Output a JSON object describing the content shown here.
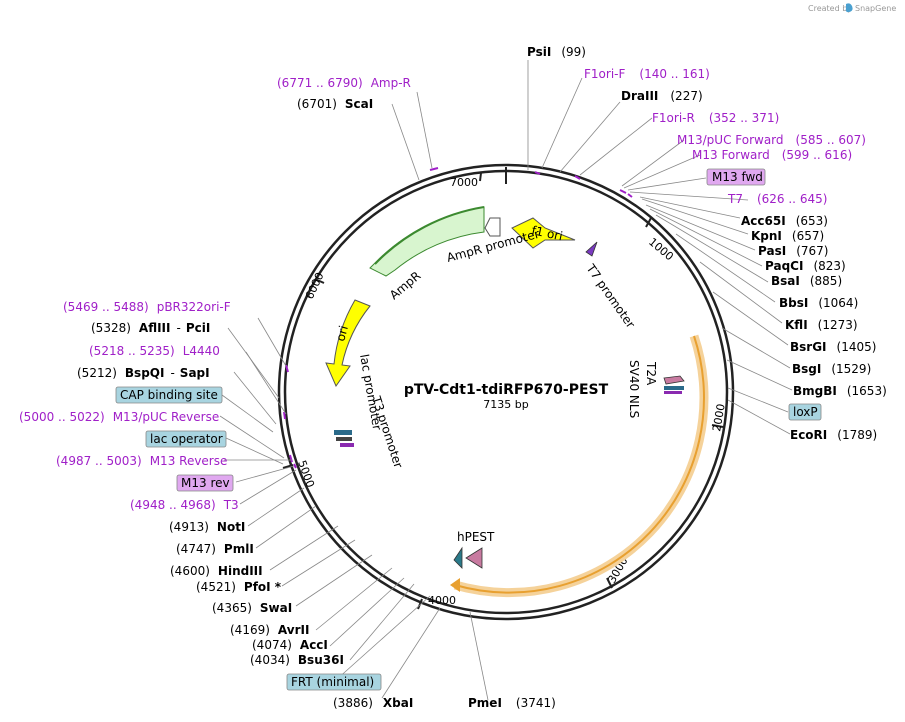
{
  "plasmid": {
    "name": "pTV-Cdt1-tdiRFP670-PEST",
    "size_label": "7135 bp",
    "length": 7135
  },
  "credit": {
    "created_by": "Created by",
    "brand": "SnapGene"
  },
  "colors": {
    "primer": "#a020c8",
    "backbone": "#222222",
    "ampr_fill": "#d8f5cf",
    "ampr_stroke": "#3c8a30",
    "ori_fill": "#ffff00",
    "orf_stroke": "#e8a030",
    "box_blue": "#a8d4e0",
    "box_purple": "#e0a8f0"
  },
  "ticks": [
    "1000",
    "2000",
    "3000",
    "4000",
    "5000",
    "6000",
    "7000"
  ],
  "sites_right": [
    {
      "name": "PsiI",
      "pos": "(99)"
    },
    {
      "name": "DraIII",
      "pos": "(227)"
    },
    {
      "name": "Acc65I",
      "pos": "(653)"
    },
    {
      "name": "KpnI",
      "pos": "(657)"
    },
    {
      "name": "PasI",
      "pos": "(767)"
    },
    {
      "name": "PaqCI",
      "pos": "(823)"
    },
    {
      "name": "BsaI",
      "pos": "(885)"
    },
    {
      "name": "BbsI",
      "pos": "(1064)"
    },
    {
      "name": "KflI",
      "pos": "(1273)"
    },
    {
      "name": "BsrGI",
      "pos": "(1405)"
    },
    {
      "name": "BsgI",
      "pos": "(1529)"
    },
    {
      "name": "BmgBI",
      "pos": "(1653)"
    },
    {
      "name": "EcoRI",
      "pos": "(1789)"
    },
    {
      "name": "PmeI",
      "pos": "(3741)"
    }
  ],
  "sites_left": [
    {
      "name": "ScaI",
      "pos": "(6701)"
    },
    {
      "name": "AflIII",
      "name2": "PciI",
      "pos": "(5328)"
    },
    {
      "name": "BspQI",
      "name2": "SapI",
      "pos": "(5212)"
    },
    {
      "name": "NotI",
      "pos": "(4913)"
    },
    {
      "name": "PmlI",
      "pos": "(4747)"
    },
    {
      "name": "HindIII",
      "pos": "(4600)"
    },
    {
      "name": "PfoI *",
      "pos": "(4521)"
    },
    {
      "name": "SwaI",
      "pos": "(4365)"
    },
    {
      "name": "AvrII",
      "pos": "(4169)"
    },
    {
      "name": "AccI",
      "pos": "(4074)"
    },
    {
      "name": "Bsu36I",
      "pos": "(4034)"
    },
    {
      "name": "XbaI",
      "pos": "(3886)"
    }
  ],
  "primers": [
    {
      "name": "Amp-R",
      "range": "(6771 .. 6790)"
    },
    {
      "name": "F1ori-F",
      "range": "(140 .. 161)"
    },
    {
      "name": "F1ori-R",
      "range": "(352 .. 371)"
    },
    {
      "name": "M13/pUC Forward",
      "range": "(585 .. 607)"
    },
    {
      "name": "M13 Forward",
      "range": "(599 .. 616)"
    },
    {
      "name": "T7",
      "range": "(626 .. 645)"
    },
    {
      "name": "pBR322ori-F",
      "range": "(5469 .. 5488)"
    },
    {
      "name": "L4440",
      "range": "(5218 .. 5235)"
    },
    {
      "name": "M13/pUC Reverse",
      "range": "(5000 .. 5022)"
    },
    {
      "name": "M13 Reverse",
      "range": "(4987 .. 5003)"
    },
    {
      "name": "T3",
      "range": "(4948 .. 4968)"
    }
  ],
  "boxed_features": [
    {
      "name": "M13 fwd"
    },
    {
      "name": "loxP"
    },
    {
      "name": "CAP binding site"
    },
    {
      "name": "lac operator"
    },
    {
      "name": "M13 rev"
    },
    {
      "name": "FRT (minimal)"
    }
  ],
  "inner_features": {
    "f1_ori": "f1 ori",
    "ampr_promoter": "AmpR promoter",
    "ampr": "AmpR",
    "ori": "ori",
    "t7_promoter": "T7 promoter",
    "lac_promoter": "lac promoter",
    "t3_promoter": "T3 promoter",
    "t2a": "T2A",
    "sv40_nls": "SV40 NLS",
    "hpest": "hPEST"
  }
}
